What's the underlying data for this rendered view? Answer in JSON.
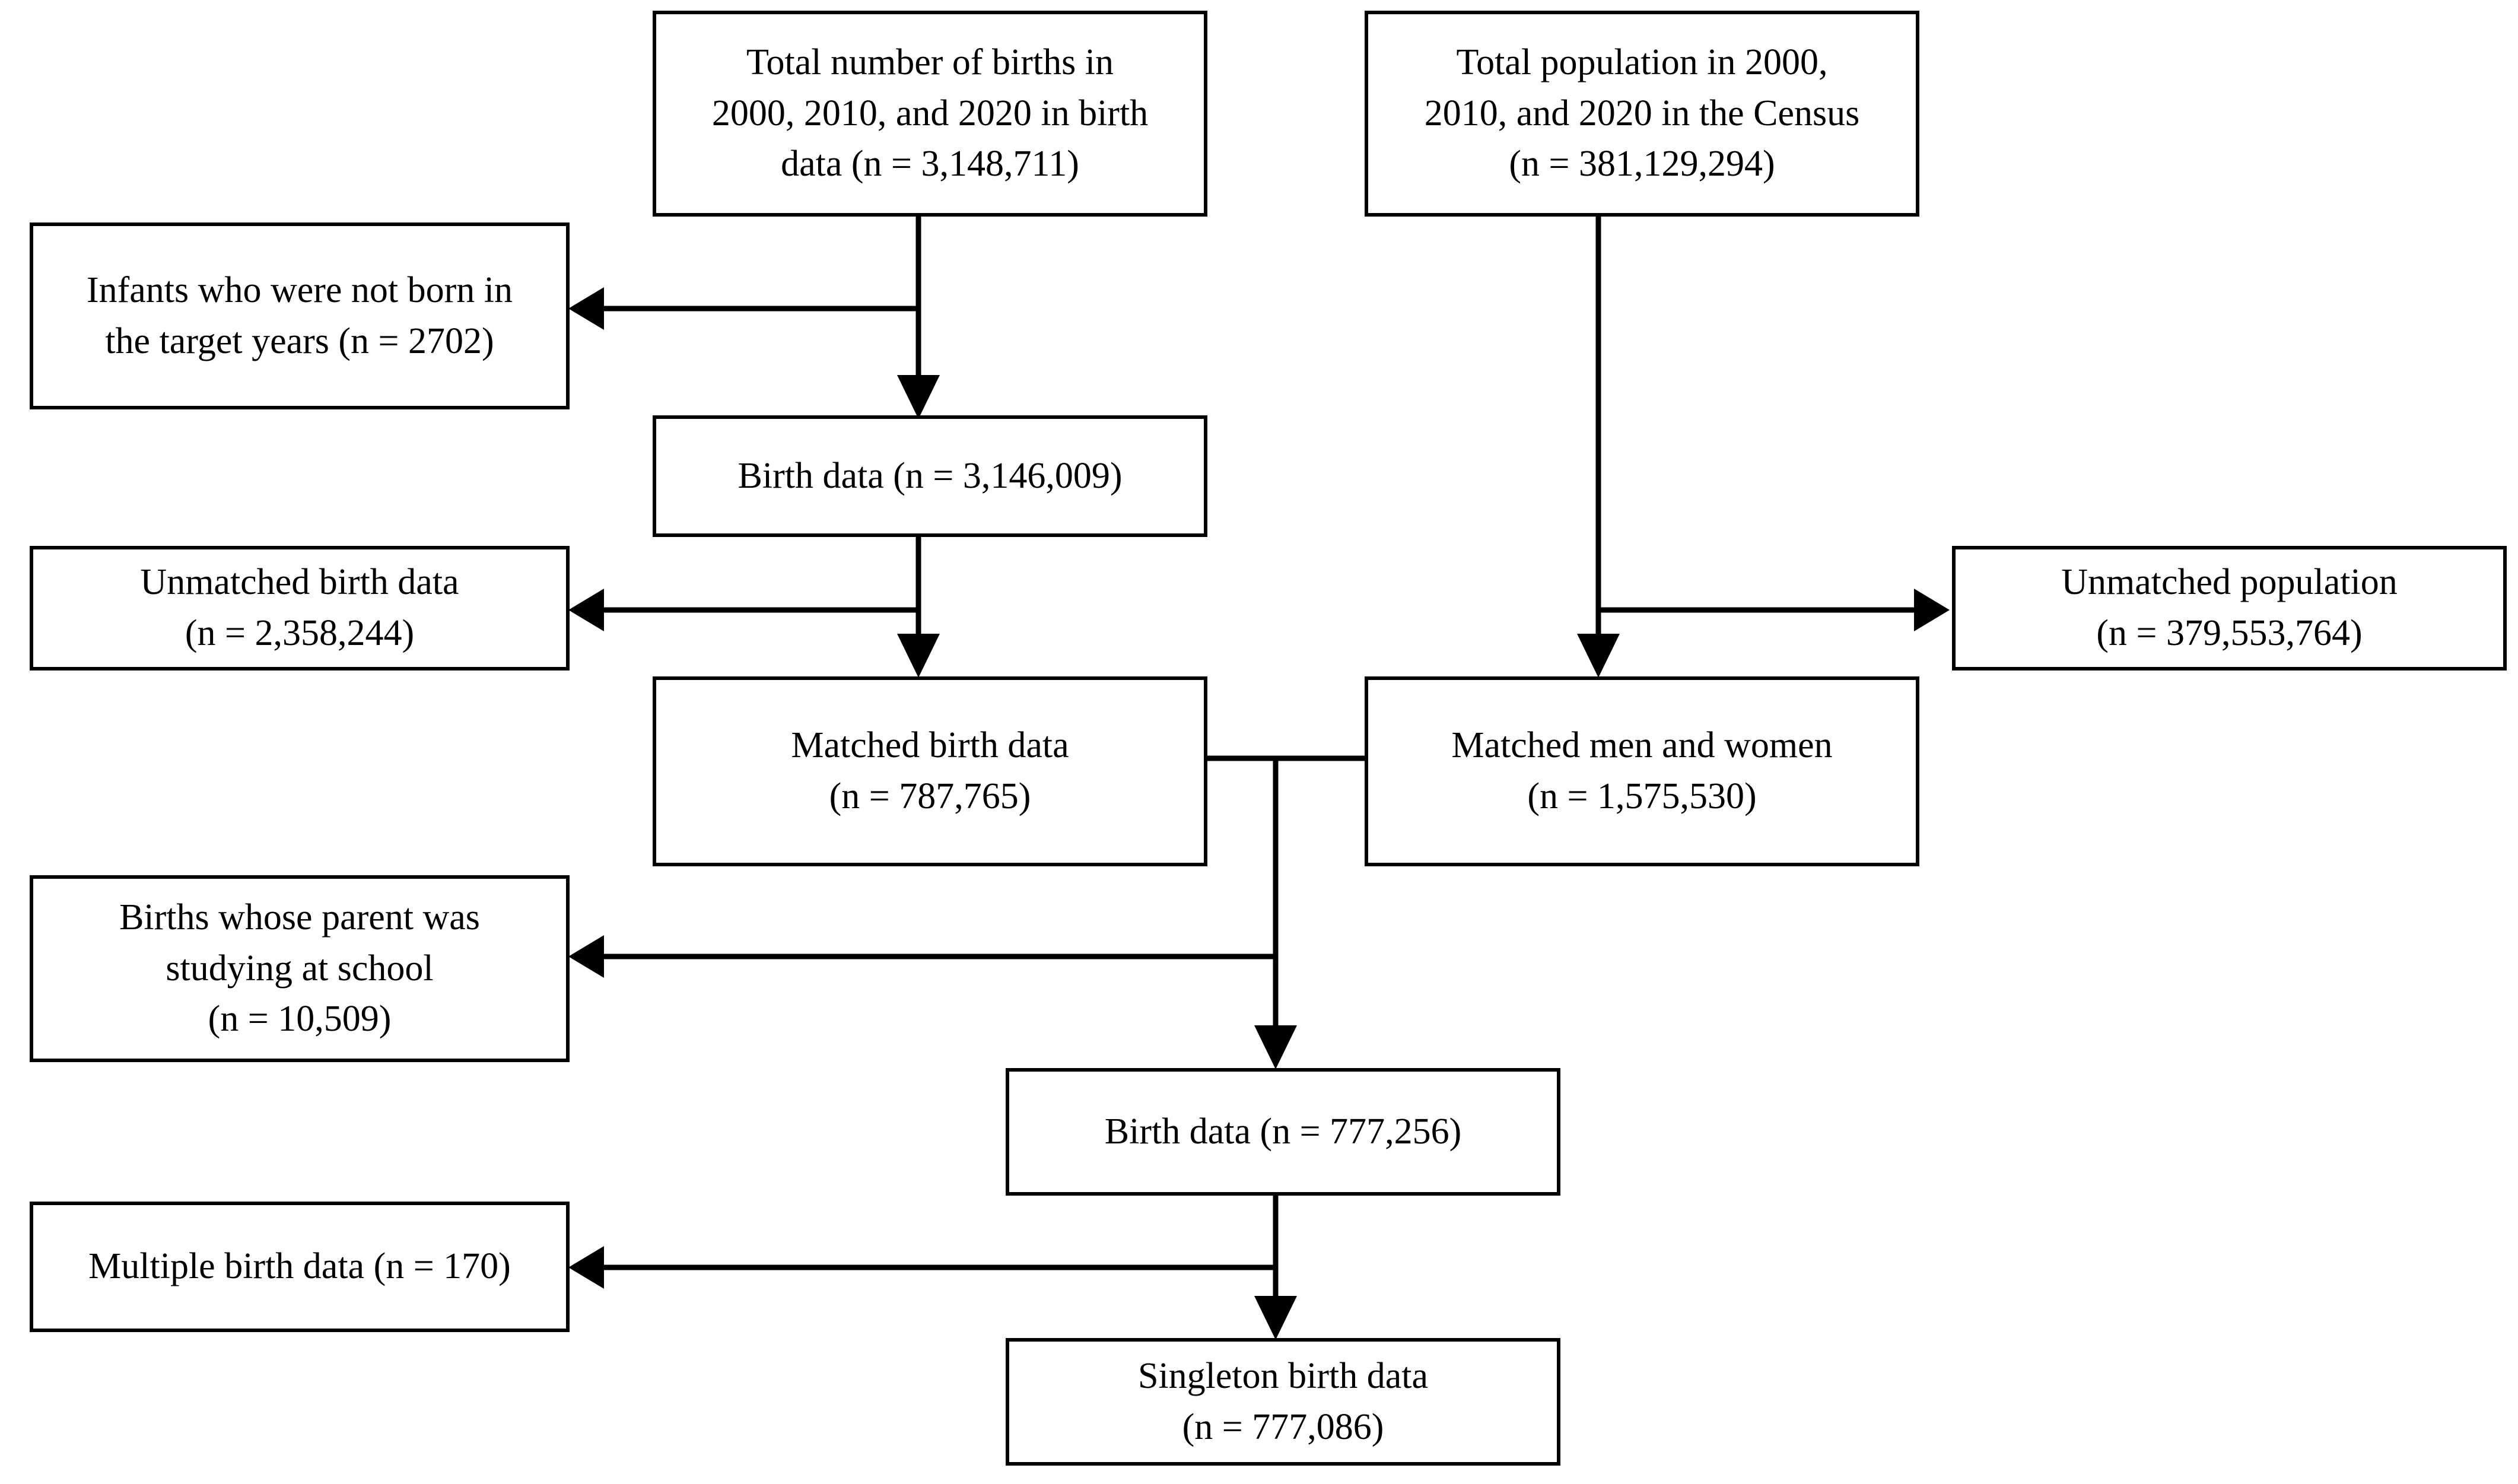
{
  "diagram": {
    "type": "flowchart",
    "title": "Study population selection flow diagram",
    "line_color": "#000000",
    "box_border_color": "#000000",
    "background_color": "#ffffff",
    "nodes": [
      {
        "id": "total-births",
        "label": "Total number of births in\n2000, 2010, and 2020 in birth\ndata (n = 3,148,711)",
        "n": "3,148,711"
      },
      {
        "id": "total-population",
        "label": "Total population in 2000,\n2010, and 2020 in the Census\n(n = 381,129,294)",
        "n": "381,129,294"
      },
      {
        "id": "excluded-not-target-years",
        "label": "Infants who were not born in\nthe target years  (n = 2702)",
        "n": "2702"
      },
      {
        "id": "birth-data-3146009",
        "label": "Birth data (n = 3,146,009)",
        "n": "3,146,009"
      },
      {
        "id": "excluded-unmatched-birth",
        "label": "Unmatched birth data\n(n = 2,358,244)",
        "n": "2,358,244"
      },
      {
        "id": "excluded-unmatched-population",
        "label": "Unmatched population\n(n = 379,553,764)",
        "n": "379,553,764"
      },
      {
        "id": "matched-birth-data",
        "label": "Matched birth data\n(n = 787,765)",
        "n": "787,765"
      },
      {
        "id": "matched-men-and-women",
        "label": "Matched men and women\n(n = 1,575,530)",
        "n": "1,575,530"
      },
      {
        "id": "excluded-parent-studying",
        "label": "Births whose parent was\nstudying at school\n(n = 10,509)",
        "n": "10,509"
      },
      {
        "id": "birth-data-777256",
        "label": "Birth data (n = 777,256)",
        "n": "777,256"
      },
      {
        "id": "excluded-multiple-birth",
        "label": "Multiple birth data  (n = 170)",
        "n": "170"
      },
      {
        "id": "singleton-birth-data",
        "label": "Singleton birth data\n(n = 777,086)",
        "n": "777,086"
      }
    ],
    "edges": [
      {
        "from": "total-births",
        "to": "excluded-not-target-years",
        "direction": "left"
      },
      {
        "from": "total-births",
        "to": "birth-data-3146009",
        "direction": "down"
      },
      {
        "from": "birth-data-3146009",
        "to": "excluded-unmatched-birth",
        "direction": "left"
      },
      {
        "from": "birth-data-3146009",
        "to": "matched-birth-data",
        "direction": "down"
      },
      {
        "from": "total-population",
        "to": "excluded-unmatched-population",
        "direction": "right"
      },
      {
        "from": "total-population",
        "to": "matched-men-and-women",
        "direction": "down"
      },
      {
        "from": "matched-birth-data",
        "to": "matched-men-and-women",
        "direction": "link"
      },
      {
        "from": "matched-birth-data",
        "to": "excluded-parent-studying",
        "direction": "left"
      },
      {
        "from": "matched-birth-data",
        "to": "birth-data-777256",
        "direction": "down"
      },
      {
        "from": "birth-data-777256",
        "to": "excluded-multiple-birth",
        "direction": "left"
      },
      {
        "from": "birth-data-777256",
        "to": "singleton-birth-data",
        "direction": "down"
      }
    ]
  }
}
